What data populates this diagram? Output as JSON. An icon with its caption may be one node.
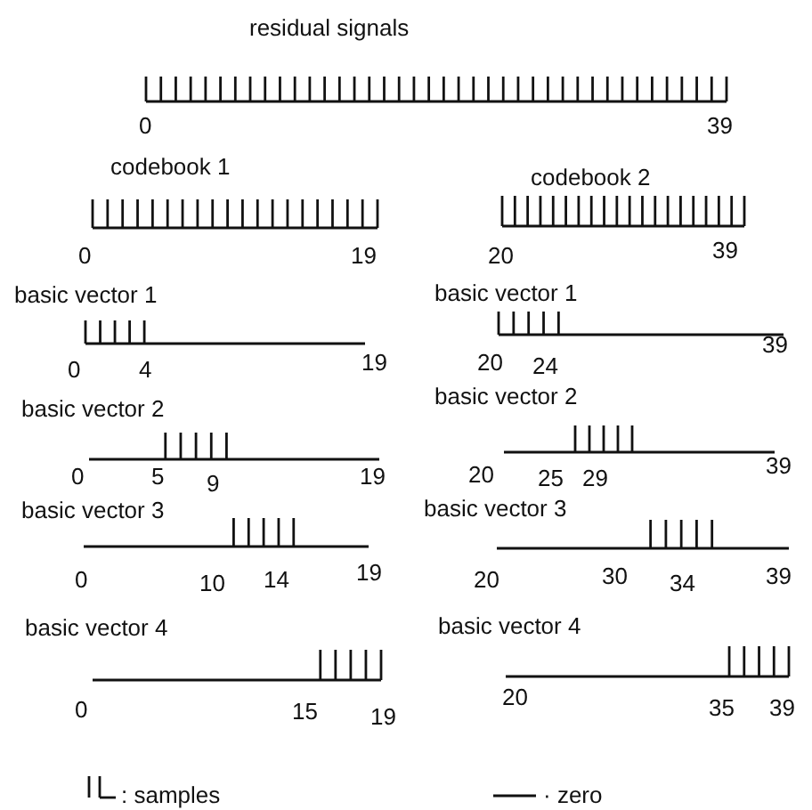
{
  "diagram": {
    "title": "residual signals",
    "labels": [
      "0",
      "39",
      "codebook 1",
      "codebook 2",
      "0",
      "19",
      "20",
      "39",
      "basic vector 1",
      "basic vector 1",
      "0",
      "4",
      "19",
      "20",
      "24",
      "39",
      "basic vector 2",
      "basic vector 2",
      "0",
      "5",
      "9",
      "19",
      "20",
      "25",
      "29",
      "39",
      "basic vector 3",
      "basic vector 3",
      "0",
      "10",
      "14",
      "19",
      "20",
      "30",
      "34",
      "39",
      "basic vector 4",
      "basic vector 4",
      "0",
      "15",
      "19",
      "20",
      "35",
      "39"
    ],
    "legend": [
      {
        "text": ": samples"
      },
      {
        "text": "· zero"
      }
    ]
  }
}
